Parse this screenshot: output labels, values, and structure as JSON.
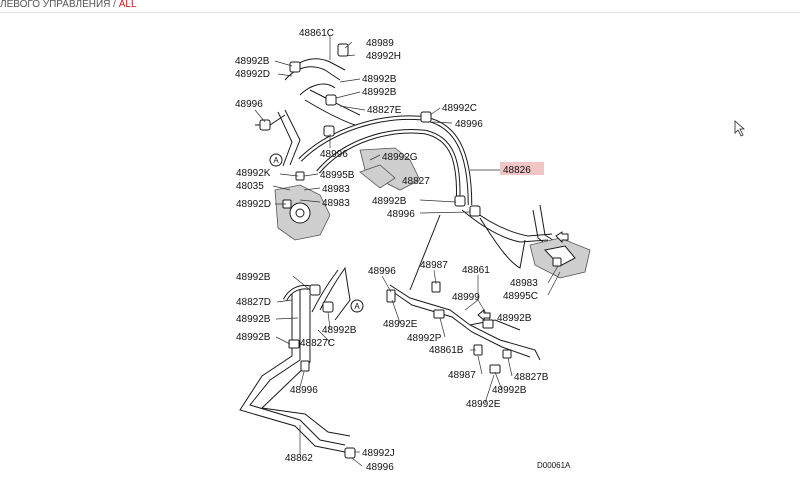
{
  "breadcrumb": {
    "path_text": "ЛЕВОГО УПРАВЛЕНИЯ /",
    "current": "ALL"
  },
  "diagram": {
    "drawing_code": "D00061A",
    "callout_A": "A",
    "highlight_color": "#f3c6c6",
    "labels": {
      "l48861C": "48861C",
      "l48989": "48989",
      "l48992H": "48992H",
      "l48992B_1": "48992B",
      "l48992D_1": "48992D",
      "l48992B_2": "48992B",
      "l48992B_3": "48992B",
      "l48996_1": "48996",
      "l48827E": "48827E",
      "l48992C": "48992C",
      "l48996_2": "48996",
      "l48996_3": "48996",
      "l48992G": "48992G",
      "l48992K": "48992K",
      "l48826": "48826",
      "l48995B": "48995B",
      "l48035": "48035",
      "l48983_1": "48983",
      "l48827": "48827",
      "l48983_2": "48983",
      "l48992D_2": "48992D",
      "l48992B_4": "48992B",
      "l48996_4": "48996",
      "l48992B_5": "48992B",
      "l48861": "48861",
      "l48996_5": "48996",
      "l48987_1": "48987",
      "l48999": "48999",
      "l48983_3": "48983",
      "l48995C": "48995C",
      "l48827D": "48827D",
      "l48992B_6": "48992B",
      "l48992B_7": "48992B",
      "l48992E_1": "48992E",
      "l48992B_8": "48992B",
      "l48827C": "48827C",
      "l48992P": "48992P",
      "l48861B": "48861B",
      "l48827B": "48827B",
      "l48992B_9": "48992B",
      "l48996_6": "48996",
      "l48987_2": "48987",
      "l48992B_10": "48992B",
      "l48992E_2": "48992E",
      "l48862": "48862",
      "l48992J": "48992J",
      "l48996_7": "48996"
    }
  }
}
